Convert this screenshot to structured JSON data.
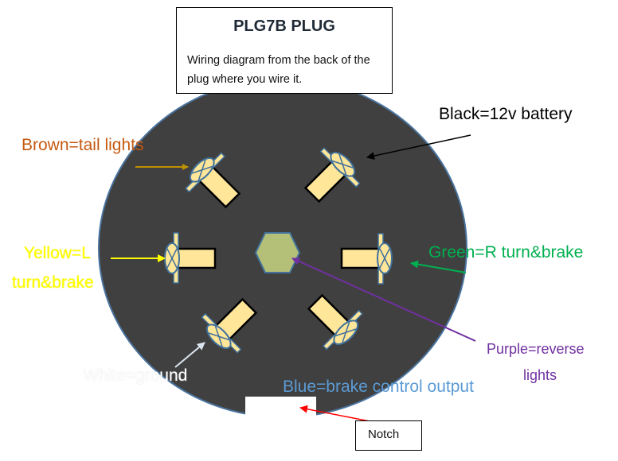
{
  "title_box": {
    "title": "PLG7B PLUG",
    "description": "Wiring diagram from the back of the plug where you wire it."
  },
  "colors": {
    "plug_fill": "#404040",
    "plug_stroke": "#4a74a0",
    "pin_fill": "#ffe699",
    "pin_outline": "#000000",
    "screw_stroke": "#41719c",
    "center_hex_fill": "#b4bf77"
  },
  "labels": {
    "brown": {
      "text": "Brown=tail lights",
      "color": "#c55a11",
      "arrow_color": "#bf9000"
    },
    "black": {
      "text": "Black=12v battery",
      "color": "#000000",
      "arrow_color": "#000000"
    },
    "yellow": {
      "line1": "Yellow=L",
      "line2": "turn&brake",
      "color": "#ffff00",
      "arrow_color": "#ffff00"
    },
    "green": {
      "text": "Green=R turn&brake",
      "color": "#00b050",
      "arrow_color": "#00b050"
    },
    "white": {
      "text": "White=ground",
      "color": "#ffffff",
      "arrow_color": "#dbe5f1"
    },
    "purple": {
      "line1": "Purple=reverse",
      "line2": "lights",
      "color": "#7030a0",
      "arrow_color": "#7030a0"
    },
    "blue": {
      "text": "Blue=brake control output",
      "color": "#5b9bd5"
    },
    "notch": {
      "text": "Notch",
      "arrow_color": "#ff0000"
    }
  },
  "pins": [
    {
      "wire": "brown",
      "position": "top-left"
    },
    {
      "wire": "black",
      "position": "top-right"
    },
    {
      "wire": "yellow",
      "position": "left"
    },
    {
      "wire": "green",
      "position": "right"
    },
    {
      "wire": "white",
      "position": "bottom-left"
    },
    {
      "wire": "blue",
      "position": "bottom-right"
    },
    {
      "wire": "purple",
      "position": "center"
    }
  ]
}
